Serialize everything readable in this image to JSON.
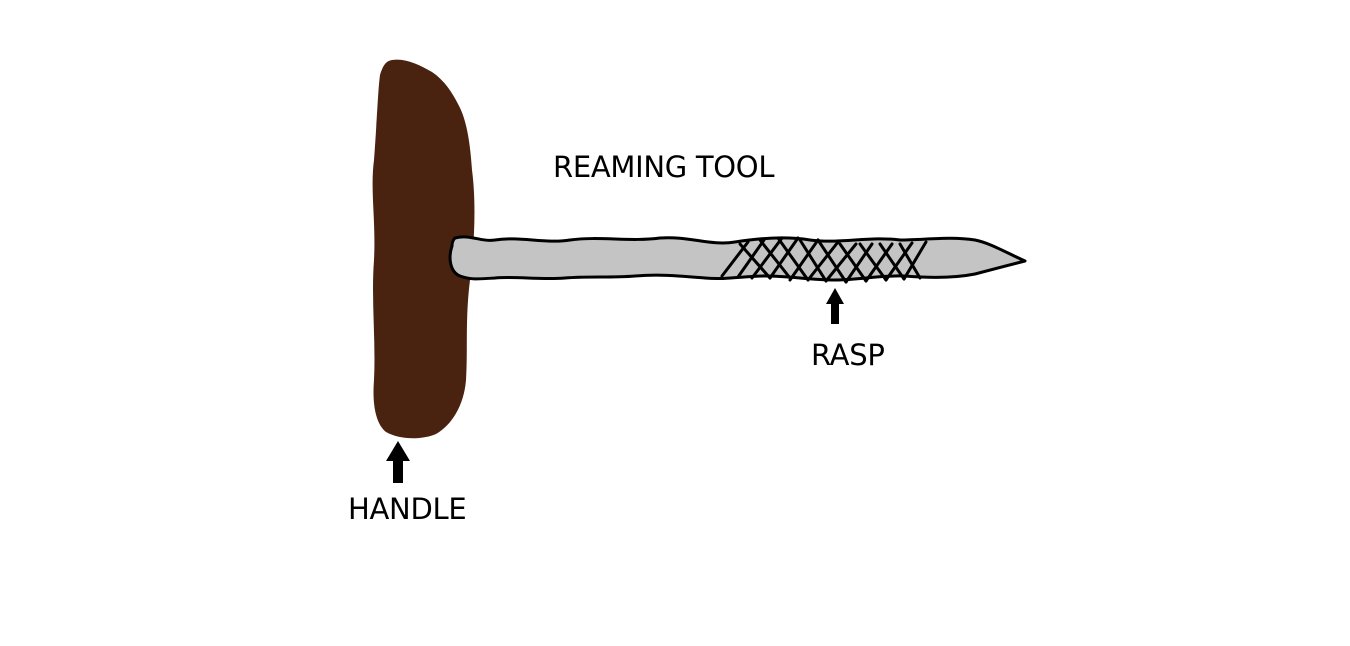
{
  "diagram": {
    "title": "REAMING TOOL",
    "labels": {
      "rasp": "RASP",
      "handle": "HANDLE"
    },
    "parts": [
      {
        "name": "handle",
        "color": "#4a2310"
      },
      {
        "name": "shaft",
        "color": "#c4c4c4"
      },
      {
        "name": "rasp",
        "color": "#c4c4c4"
      }
    ],
    "outline_color": "#000000",
    "background": "#ffffff"
  }
}
